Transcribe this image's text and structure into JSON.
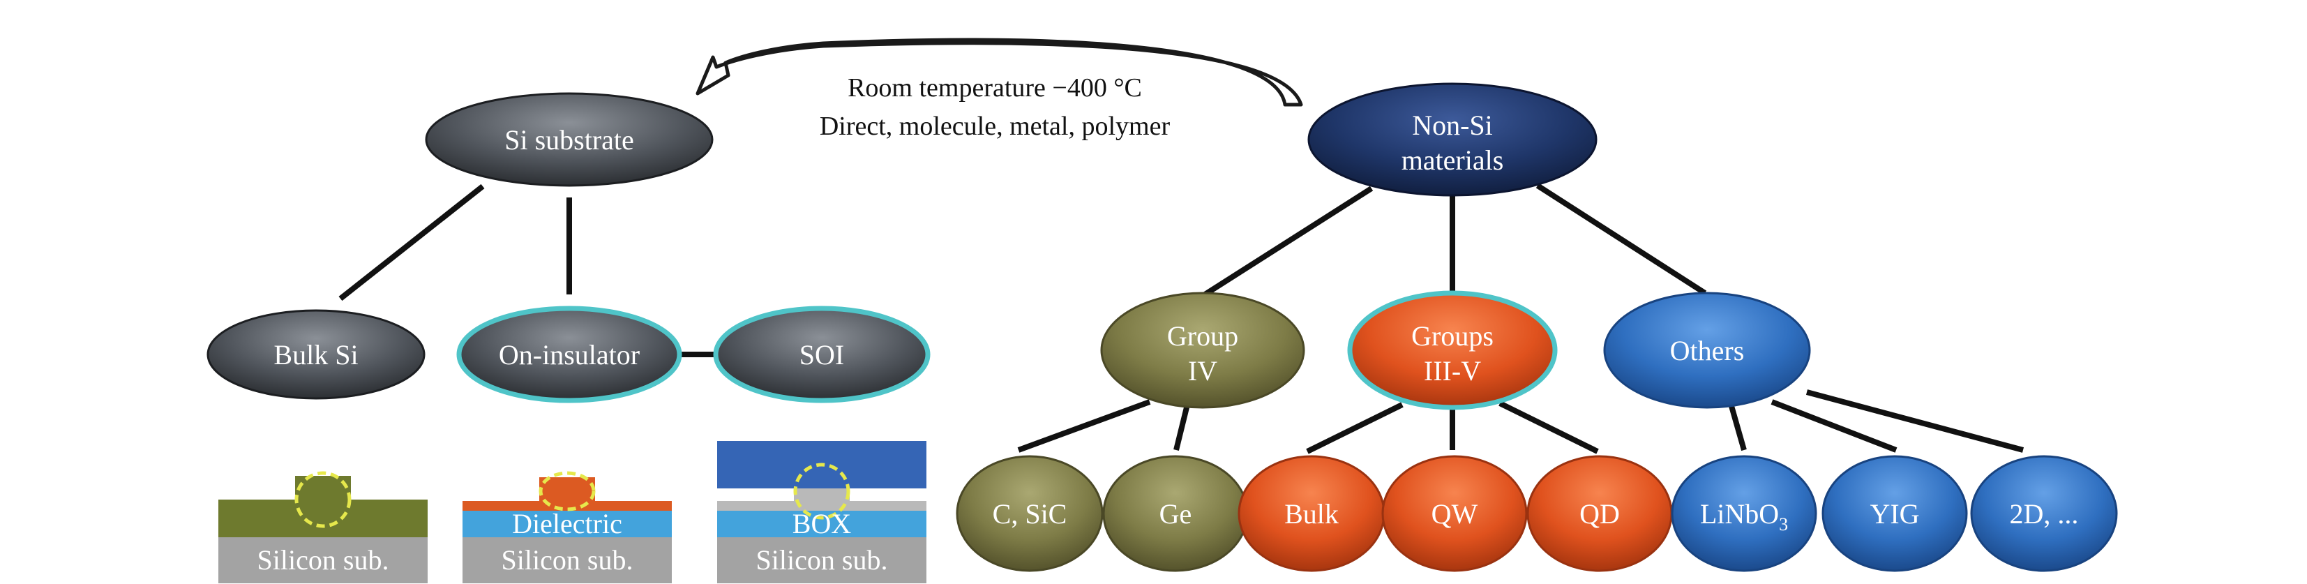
{
  "caption": {
    "line1": "Room temperature −400 °C",
    "line2": "Direct, molecule, metal, polymer"
  },
  "colors": {
    "gray": "#4f545c",
    "navy": "#1d3468",
    "olive": "#7d7b45",
    "orange": "#e0521e",
    "blue": "#2f6fc0",
    "teal_outline": "#4fc4c8",
    "layer_green": "#6e7a2e",
    "layer_gray": "#a3a3a3",
    "layer_cyan": "#43a3dc",
    "layer_blue": "#3565b5",
    "dash_yellow": "#e6e84c"
  },
  "nodes": {
    "si_substrate": "Si substrate",
    "non_si_line1": "Non-Si",
    "non_si_line2": "materials",
    "bulk_si": "Bulk Si",
    "on_insulator": "On-insulator",
    "soi": "SOI",
    "group_iv_line1": "Group",
    "group_iv_line2": "IV",
    "groups_iii_v_line1": "Groups",
    "groups_iii_v_line2": "III-V",
    "others": "Others",
    "c_sic": "C, SiC",
    "ge": "Ge",
    "bulk": "Bulk",
    "qw": "QW",
    "qd": "QD",
    "linbo3_main": "LiNbO",
    "linbo3_sub": "3",
    "yig": "YIG",
    "two_d": "2D, ..."
  },
  "stacks": {
    "bulk_sub": "Silicon sub.",
    "dielectric": "Dielectric",
    "dielectric_sub": "Silicon sub.",
    "box": "BOX",
    "box_sub": "Silicon sub."
  }
}
